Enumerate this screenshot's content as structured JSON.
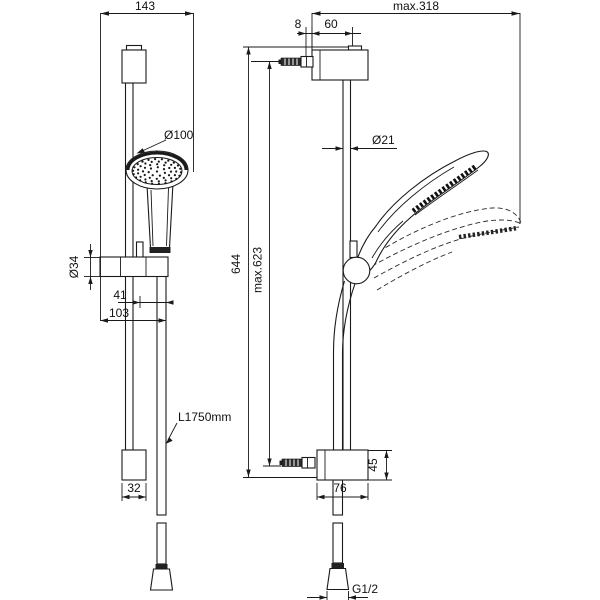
{
  "drawing": {
    "background": "#ffffff",
    "line_color": "#1a1a1a",
    "front_view": {
      "overall_width": "143",
      "head_diameter": "Ø100",
      "holder_diameter": "Ø34",
      "holder_offset": "41",
      "holder_reach": "103",
      "hose_length": "L1750mm",
      "bottom_bracket_width": "32"
    },
    "side_view": {
      "max_reach": "max.318",
      "screw_protrusion": "8",
      "bracket_depth": "60",
      "rail_diameter": "Ø21",
      "rail_length": "644",
      "max_fixing_distance": "max.623",
      "bottom_bracket_height": "45",
      "bottom_bracket_depth": "76",
      "hose_thread": "G1/2"
    }
  }
}
